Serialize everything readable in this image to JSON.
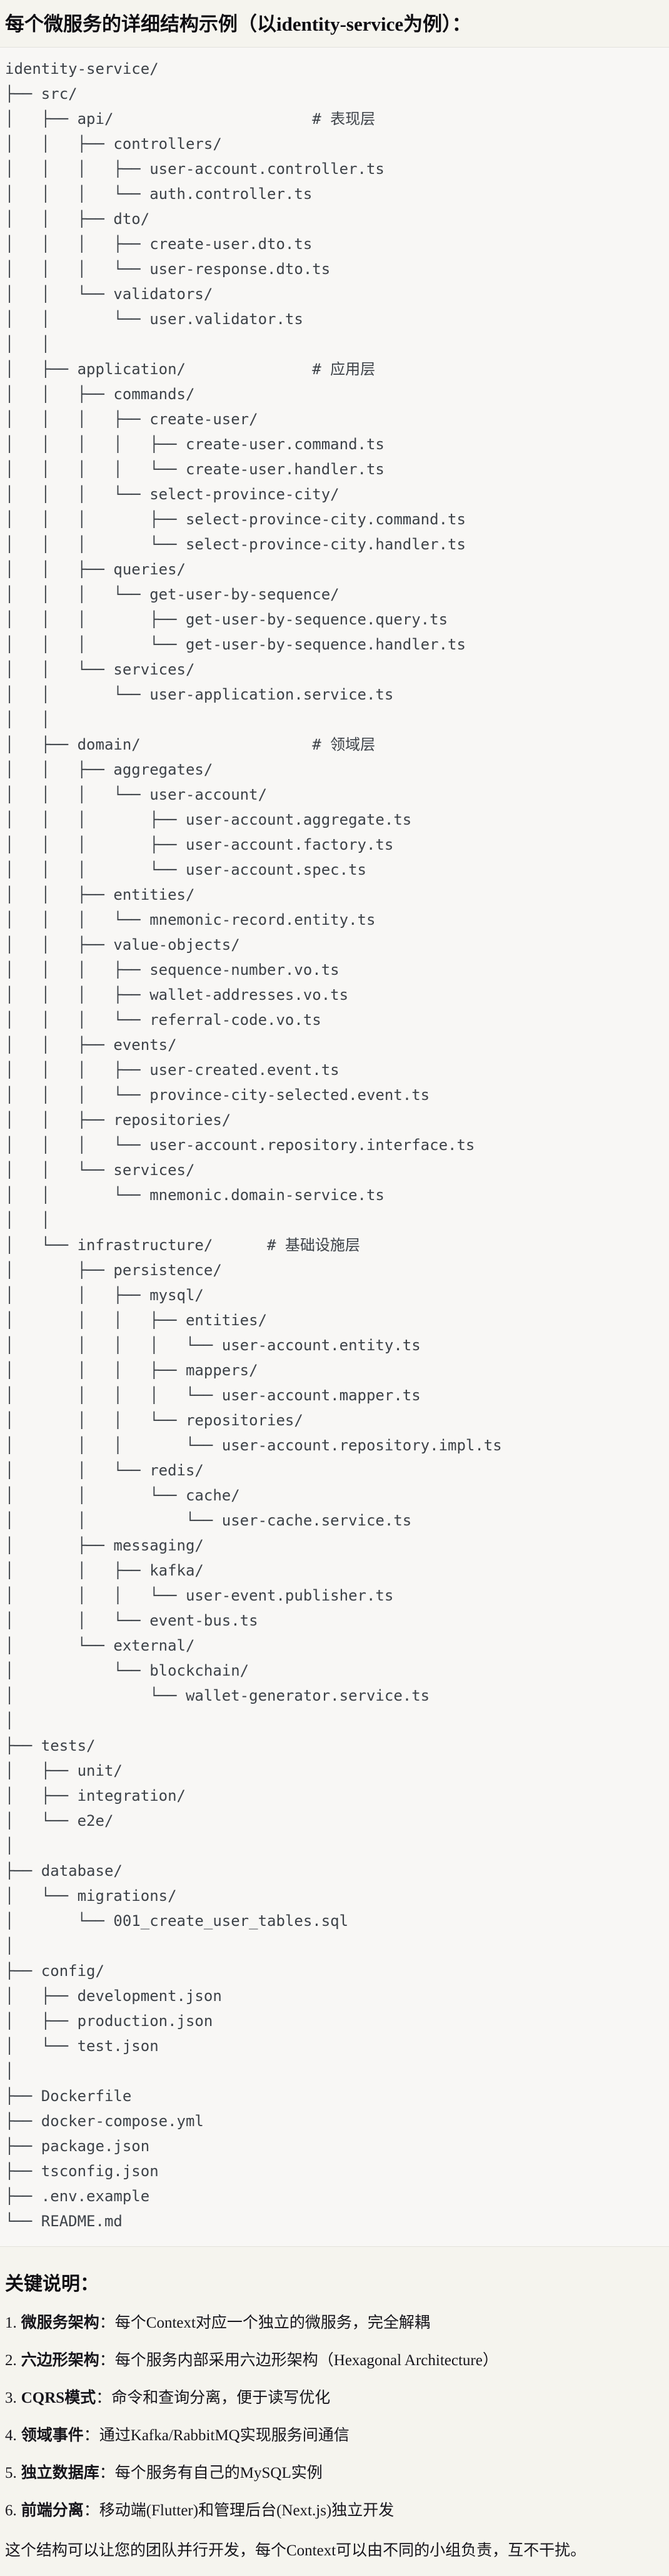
{
  "page": {
    "title": "每个微服务的详细结构示例（以identity-service为例）：",
    "notes_title": "关键说明：",
    "footer": "这个结构可以让您的团队并行开发，每个Context可以由不同的小组负责，互不干扰。"
  },
  "colors": {
    "page_background": "#f5f4ee",
    "code_background": "#f8f7f5",
    "code_border": "#e3e2dd",
    "tree_text": "#3d4248",
    "heading_text": "#0e0d12"
  },
  "tree": {
    "layer_comments": [
      "# 表现层",
      "# 应用层",
      "# 领域层",
      "# 基础设施层"
    ],
    "lines": [
      "identity-service/",
      "├── src/",
      "│   ├── api/                      # 表现层",
      "│   │   ├── controllers/",
      "│   │   │   ├── user-account.controller.ts",
      "│   │   │   └── auth.controller.ts",
      "│   │   ├── dto/",
      "│   │   │   ├── create-user.dto.ts",
      "│   │   │   └── user-response.dto.ts",
      "│   │   └── validators/",
      "│   │       └── user.validator.ts",
      "│   │",
      "│   ├── application/              # 应用层",
      "│   │   ├── commands/",
      "│   │   │   ├── create-user/",
      "│   │   │   │   ├── create-user.command.ts",
      "│   │   │   │   └── create-user.handler.ts",
      "│   │   │   └── select-province-city/",
      "│   │   │       ├── select-province-city.command.ts",
      "│   │   │       └── select-province-city.handler.ts",
      "│   │   ├── queries/",
      "│   │   │   └── get-user-by-sequence/",
      "│   │   │       ├── get-user-by-sequence.query.ts",
      "│   │   │       └── get-user-by-sequence.handler.ts",
      "│   │   └── services/",
      "│   │       └── user-application.service.ts",
      "│   │",
      "│   ├── domain/                   # 领域层",
      "│   │   ├── aggregates/",
      "│   │   │   └── user-account/",
      "│   │   │       ├── user-account.aggregate.ts",
      "│   │   │       ├── user-account.factory.ts",
      "│   │   │       └── user-account.spec.ts",
      "│   │   ├── entities/",
      "│   │   │   └── mnemonic-record.entity.ts",
      "│   │   ├── value-objects/",
      "│   │   │   ├── sequence-number.vo.ts",
      "│   │   │   ├── wallet-addresses.vo.ts",
      "│   │   │   └── referral-code.vo.ts",
      "│   │   ├── events/",
      "│   │   │   ├── user-created.event.ts",
      "│   │   │   └── province-city-selected.event.ts",
      "│   │   ├── repositories/",
      "│   │   │   └── user-account.repository.interface.ts",
      "│   │   └── services/",
      "│   │       └── mnemonic.domain-service.ts",
      "│   │",
      "│   └── infrastructure/      # 基础设施层",
      "│       ├── persistence/",
      "│       │   ├── mysql/",
      "│       │   │   ├── entities/",
      "│       │   │   │   └── user-account.entity.ts",
      "│       │   │   ├── mappers/",
      "│       │   │   │   └── user-account.mapper.ts",
      "│       │   │   └── repositories/",
      "│       │   │       └── user-account.repository.impl.ts",
      "│       │   └── redis/",
      "│       │       └── cache/",
      "│       │           └── user-cache.service.ts",
      "│       ├── messaging/",
      "│       │   ├── kafka/",
      "│       │   │   └── user-event.publisher.ts",
      "│       │   └── event-bus.ts",
      "│       └── external/",
      "│           └── blockchain/",
      "│               └── wallet-generator.service.ts",
      "│",
      "├── tests/",
      "│   ├── unit/",
      "│   ├── integration/",
      "│   └── e2e/",
      "│",
      "├── database/",
      "│   └── migrations/",
      "│       └── 001_create_user_tables.sql",
      "│",
      "├── config/",
      "│   ├── development.json",
      "│   ├── production.json",
      "│   └── test.json",
      "│",
      "├── Dockerfile",
      "├── docker-compose.yml",
      "├── package.json",
      "├── tsconfig.json",
      "├── .env.example",
      "└── README.md"
    ]
  },
  "notes": {
    "items": [
      {
        "num": "1.",
        "term": "微服务架构",
        "rest": "：每个Context对应一个独立的微服务，完全解耦"
      },
      {
        "num": "2.",
        "term": "六边形架构",
        "rest": "：每个服务内部采用六边形架构（Hexagonal Architecture）"
      },
      {
        "num": "3.",
        "term": "CQRS模式",
        "rest": "：命令和查询分离，便于读写优化"
      },
      {
        "num": "4.",
        "term": "领域事件",
        "rest": "：通过Kafka/RabbitMQ实现服务间通信"
      },
      {
        "num": "5.",
        "term": "独立数据库",
        "rest": "：每个服务有自己的MySQL实例"
      },
      {
        "num": "6.",
        "term": "前端分离",
        "rest": "：移动端(Flutter)和管理后台(Next.js)独立开发"
      }
    ]
  }
}
